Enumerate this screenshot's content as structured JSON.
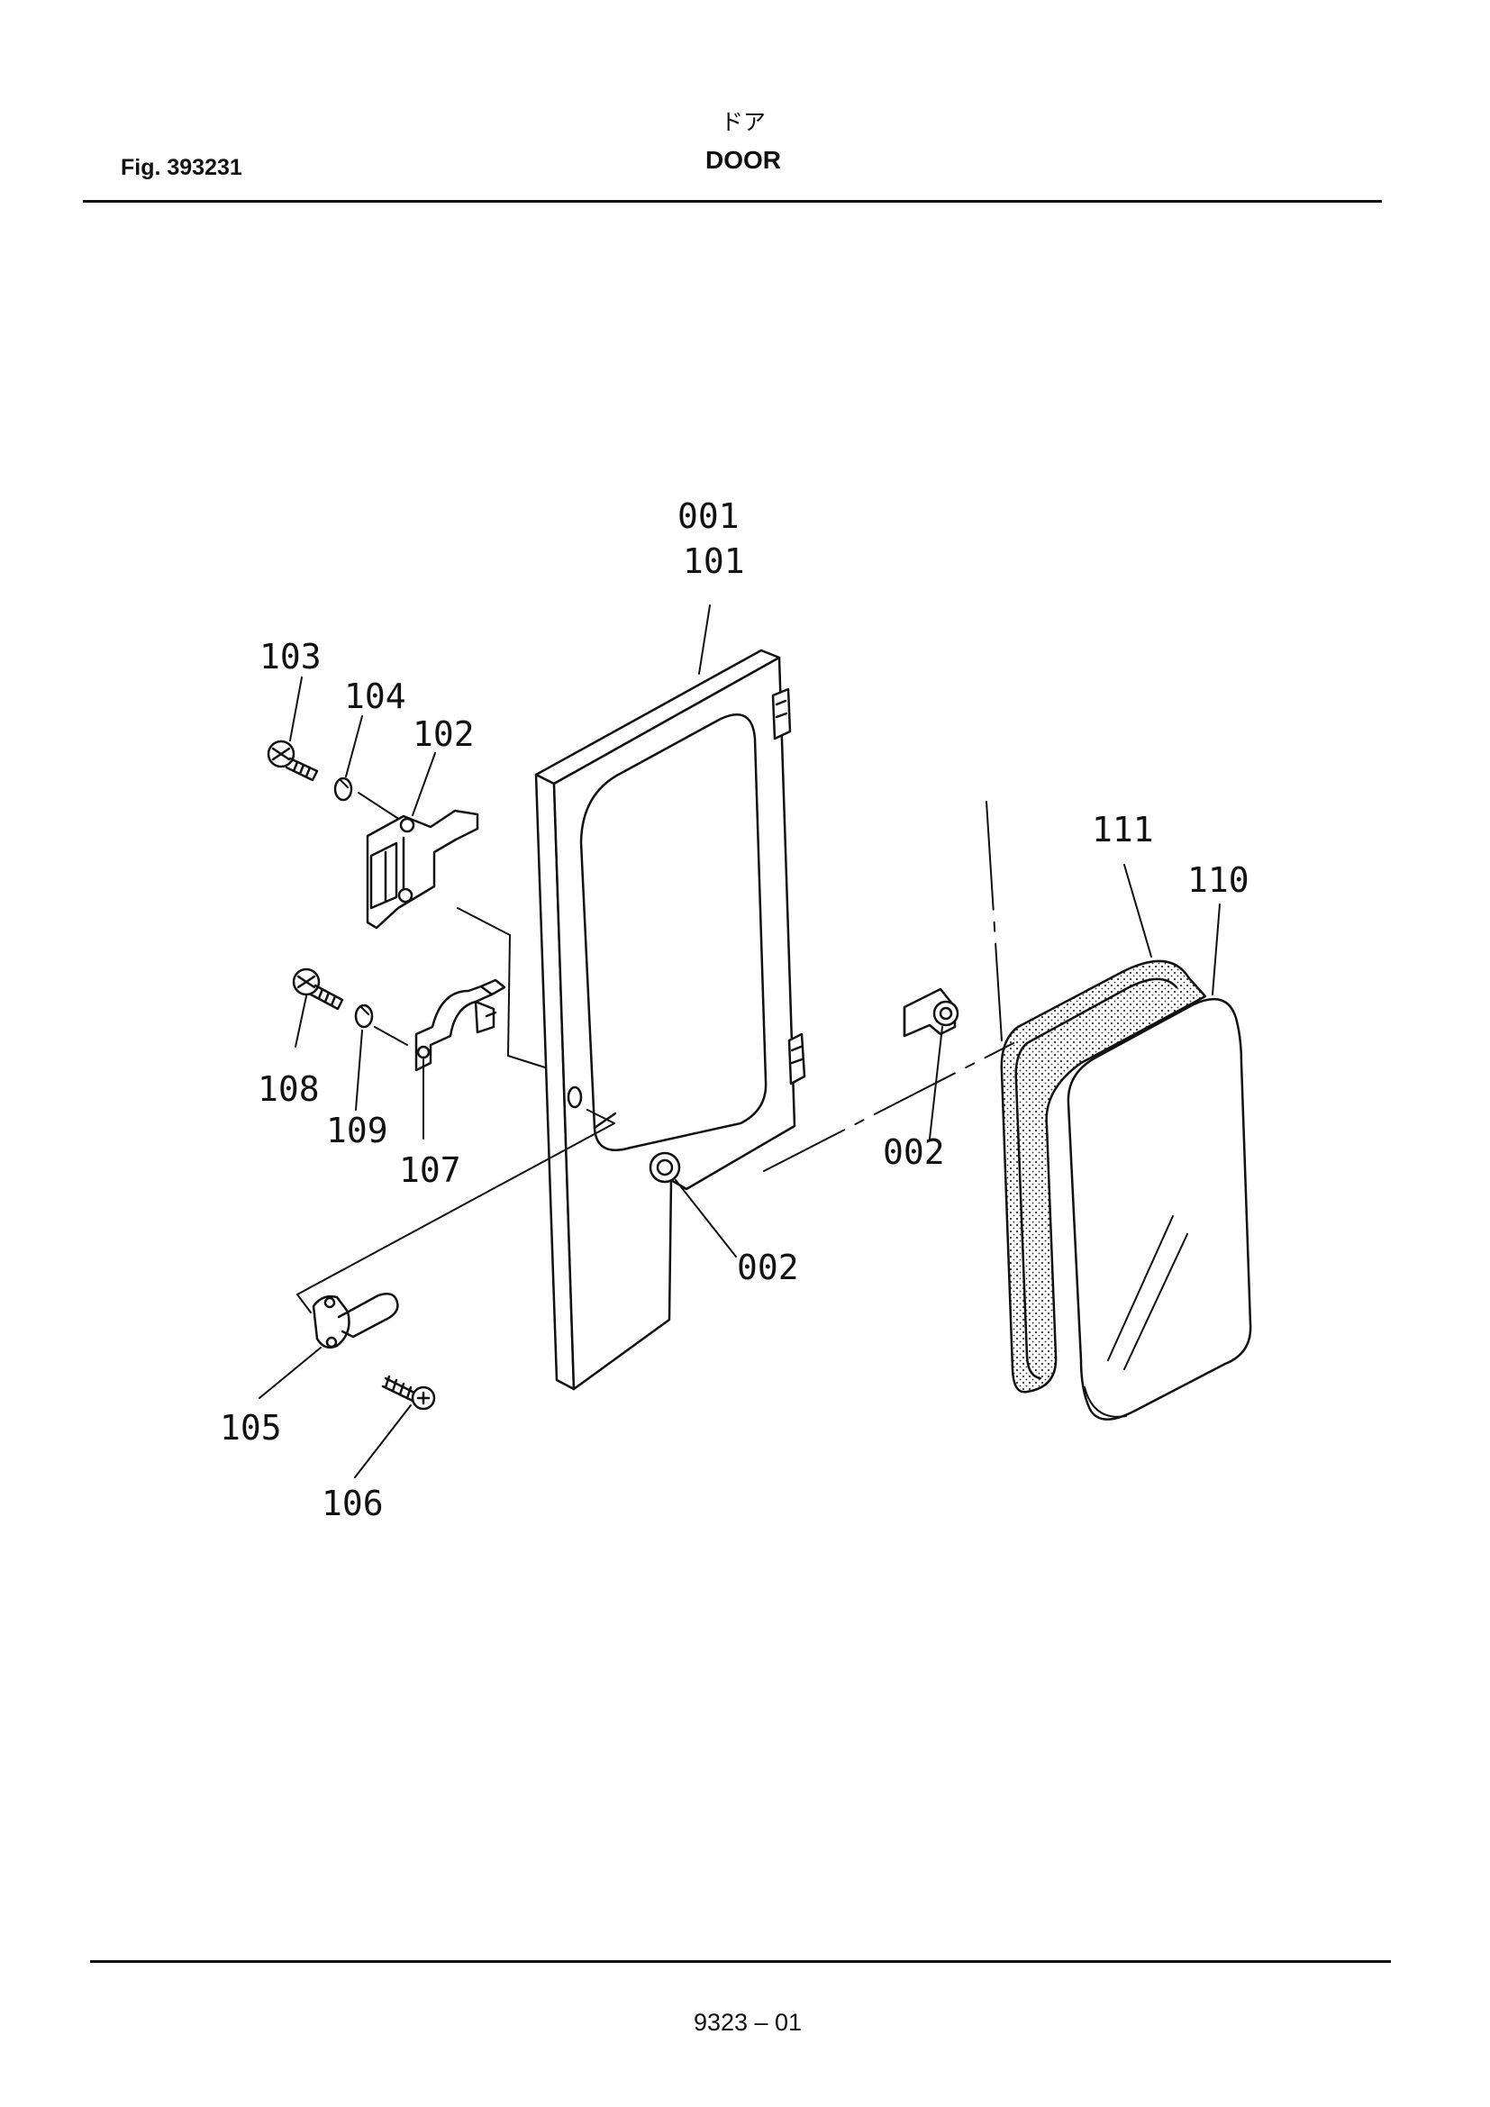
{
  "header": {
    "title_jp": "ドア",
    "title_en": "DOOR",
    "figure": "Fig. 393231"
  },
  "footer": {
    "page": "9323 – 01"
  },
  "diagram": {
    "labels": {
      "p001": "001",
      "p101": "101",
      "p103": "103",
      "p104": "104",
      "p102": "102",
      "p111": "111",
      "p110": "110",
      "p108": "108",
      "p109": "109",
      "p107": "107",
      "p002a": "002",
      "p002b": "002",
      "p105": "105",
      "p106": "106"
    }
  }
}
